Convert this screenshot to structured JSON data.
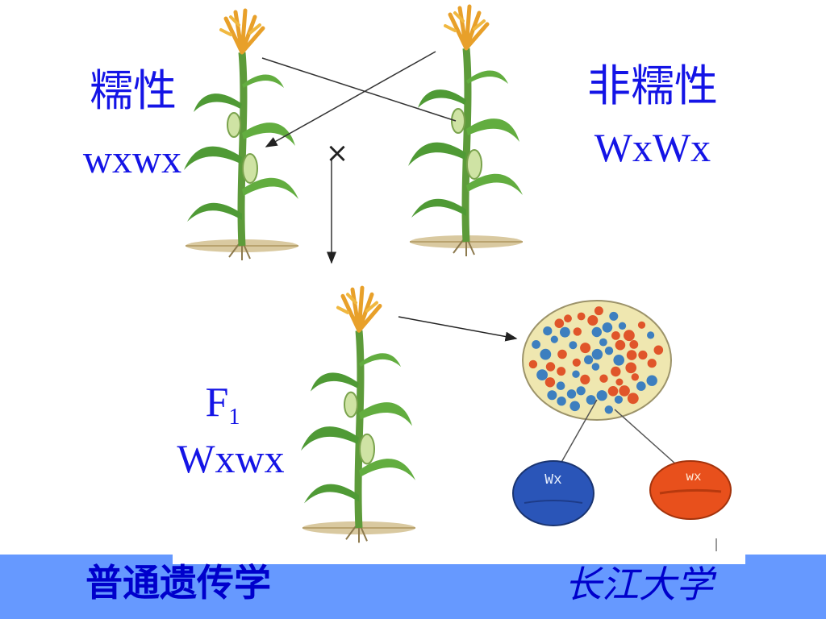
{
  "labels": {
    "parent_left_trait": "糯性",
    "parent_left_genotype": "wxwx",
    "parent_right_trait": "非糯性",
    "parent_right_genotype": "WxWx",
    "f1_letter": "F",
    "f1_subscript": "1",
    "f1_genotype": "Wxwx",
    "cross_symbol": "×"
  },
  "pollen": {
    "allele_dominant": "Wx",
    "allele_recessive": "wx",
    "dominant_color": "#2a55b8",
    "recessive_color": "#e8501c"
  },
  "footer": {
    "course_title": "普通遗传学",
    "school_name": "长江大学",
    "bar_color": "#6699ff",
    "text_color": "#0000cc"
  }
}
